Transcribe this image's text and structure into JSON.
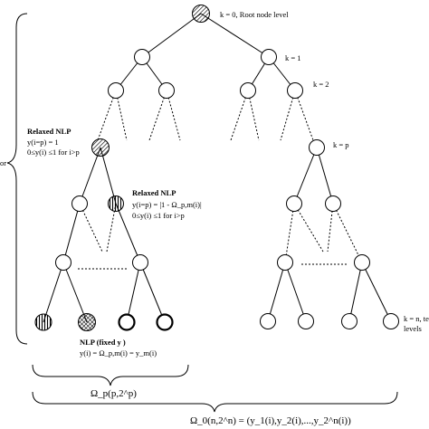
{
  "levels": {
    "root": "k = 0, Root node level",
    "k1": "k = 1",
    "k2": "k = 2",
    "kp": "k = p",
    "kn_line1": "k = n, te",
    "kn_line2": "levels"
  },
  "left_edge_text": "or",
  "annotations": {
    "relaxed1": {
      "title": "Relaxed NLP",
      "line1": "y(i=p) = 1",
      "line2": "0≤y(i) ≤1 for i>p"
    },
    "relaxed2": {
      "title": "Relaxed NLP",
      "line1": "y(i=p) = |1 - Ω_p,m(i)|",
      "line2": "0≤y(i) ≤1 for i>p"
    },
    "nlp_fixed": {
      "title": "NLP (fixed y )",
      "line1": "y(i) = Ω_p,m(i) = y_m(i)"
    }
  },
  "formulas": {
    "omega_p": "Ω_p(p,2^p)",
    "omega_0": "Ω_0(n,2^n) = (y_1(i),y_2(i),...,y_2^n(i))"
  }
}
